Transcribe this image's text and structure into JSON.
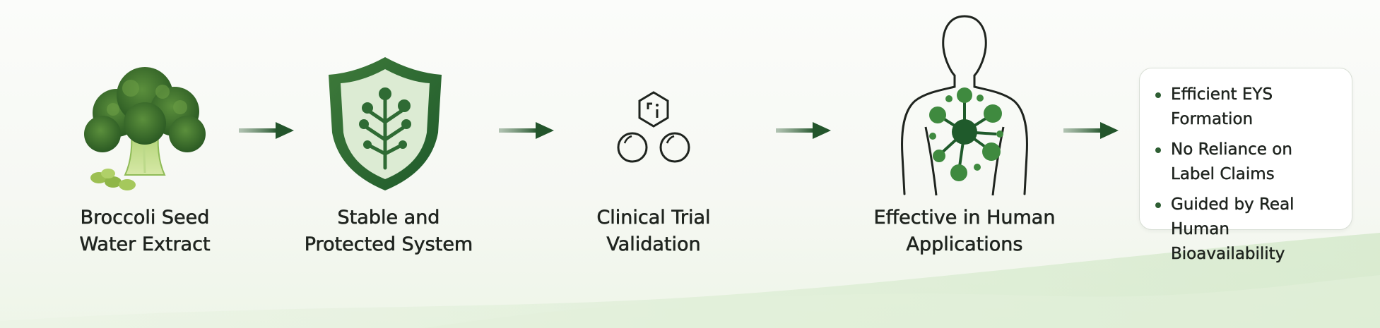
{
  "steps": [
    {
      "line1": "Broccoli Seed",
      "line2": "Water Extract",
      "icon": "broccoli-icon"
    },
    {
      "line1": "Stable and",
      "line2": "Protected System",
      "icon": "shield-tree-icon"
    },
    {
      "line1": "Clinical Trial",
      "line2": "Validation",
      "icon": "molecule-icon"
    },
    {
      "line1": "Effective in Human",
      "line2": "Applications",
      "icon": "human-body-icon"
    }
  ],
  "benefits": [
    {
      "line1": "Efficient EYS Formation",
      "line2": ""
    },
    {
      "line1": "No Reliance on",
      "line2": "Label Claims"
    },
    {
      "line1": "Guided by Real",
      "line2": "Human Bioavailability"
    }
  ],
  "colors": {
    "primary": "#1f5a2b",
    "arrow": "#23552b",
    "light_green": "#cfe6c4",
    "text": "#1f241f"
  }
}
